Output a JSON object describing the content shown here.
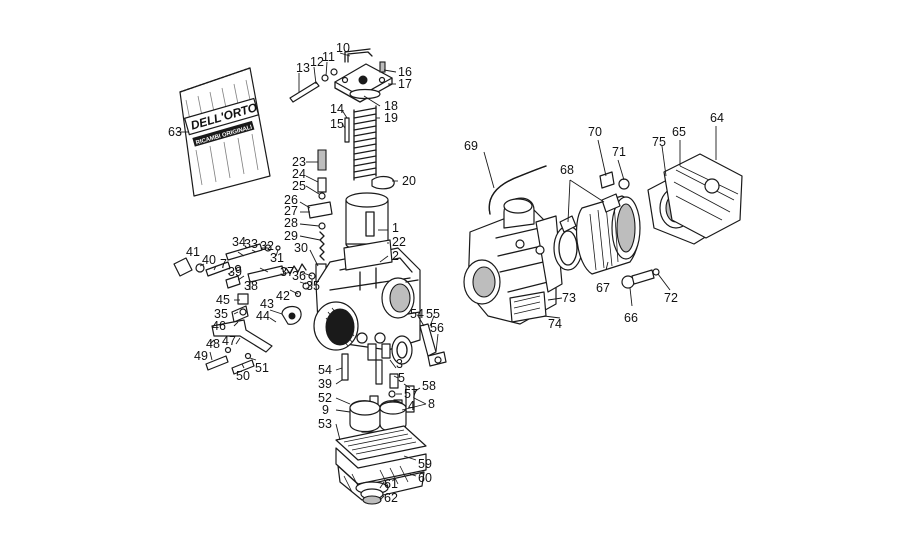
{
  "kit_label": {
    "brand": "DELL'ORTO",
    "line2": "RICAMBI ORIGINALI"
  },
  "callouts": [
    {
      "id": "p1",
      "label": "1"
    },
    {
      "id": "p2",
      "label": "2"
    },
    {
      "id": "p3",
      "label": "3"
    },
    {
      "id": "p4",
      "label": "4"
    },
    {
      "id": "p5",
      "label": "5"
    },
    {
      "id": "p7",
      "label": "7"
    },
    {
      "id": "p8",
      "label": "8"
    },
    {
      "id": "p9",
      "label": "9"
    },
    {
      "id": "p10",
      "label": "10"
    },
    {
      "id": "p11",
      "label": "11"
    },
    {
      "id": "p12",
      "label": "12"
    },
    {
      "id": "p13",
      "label": "13"
    },
    {
      "id": "p14",
      "label": "14"
    },
    {
      "id": "p15",
      "label": "15"
    },
    {
      "id": "p16",
      "label": "16"
    },
    {
      "id": "p17",
      "label": "17"
    },
    {
      "id": "p18",
      "label": "18"
    },
    {
      "id": "p19",
      "label": "19"
    },
    {
      "id": "p20",
      "label": "20"
    },
    {
      "id": "p22",
      "label": "22"
    },
    {
      "id": "p23",
      "label": "23"
    },
    {
      "id": "p24",
      "label": "24"
    },
    {
      "id": "p25",
      "label": "25"
    },
    {
      "id": "p26",
      "label": "26"
    },
    {
      "id": "p27",
      "label": "27"
    },
    {
      "id": "p28",
      "label": "28"
    },
    {
      "id": "p29",
      "label": "29"
    },
    {
      "id": "p30",
      "label": "30"
    },
    {
      "id": "p31",
      "label": "31"
    },
    {
      "id": "p32",
      "label": "32"
    },
    {
      "id": "p33",
      "label": "33"
    },
    {
      "id": "p34",
      "label": "34"
    },
    {
      "id": "p35a",
      "label": "35"
    },
    {
      "id": "p35b",
      "label": "35"
    },
    {
      "id": "p36",
      "label": "36"
    },
    {
      "id": "p37",
      "label": "37"
    },
    {
      "id": "p38",
      "label": "38"
    },
    {
      "id": "p39a",
      "label": "39"
    },
    {
      "id": "p39b",
      "label": "39"
    },
    {
      "id": "p40",
      "label": "40"
    },
    {
      "id": "p41",
      "label": "41"
    },
    {
      "id": "p42",
      "label": "42"
    },
    {
      "id": "p43",
      "label": "43"
    },
    {
      "id": "p44",
      "label": "44"
    },
    {
      "id": "p45",
      "label": "45"
    },
    {
      "id": "p46",
      "label": "46"
    },
    {
      "id": "p47",
      "label": "47"
    },
    {
      "id": "p48",
      "label": "48"
    },
    {
      "id": "p49",
      "label": "49"
    },
    {
      "id": "p50",
      "label": "50"
    },
    {
      "id": "p51",
      "label": "51"
    },
    {
      "id": "p52",
      "label": "52"
    },
    {
      "id": "p53",
      "label": "53"
    },
    {
      "id": "p54a",
      "label": "54"
    },
    {
      "id": "p54b",
      "label": "54"
    },
    {
      "id": "p55",
      "label": "55"
    },
    {
      "id": "p56",
      "label": "56"
    },
    {
      "id": "p57",
      "label": "57"
    },
    {
      "id": "p58",
      "label": "58"
    },
    {
      "id": "p59",
      "label": "59"
    },
    {
      "id": "p60",
      "label": "60"
    },
    {
      "id": "p61",
      "label": "61"
    },
    {
      "id": "p62",
      "label": "62"
    },
    {
      "id": "p63",
      "label": "63"
    },
    {
      "id": "p64",
      "label": "64"
    },
    {
      "id": "p65",
      "label": "65"
    },
    {
      "id": "p66",
      "label": "66"
    },
    {
      "id": "p67",
      "label": "67"
    },
    {
      "id": "p68",
      "label": "68"
    },
    {
      "id": "p69",
      "label": "69"
    },
    {
      "id": "p70",
      "label": "70"
    },
    {
      "id": "p71",
      "label": "71"
    },
    {
      "id": "p72",
      "label": "72"
    },
    {
      "id": "p73",
      "label": "73"
    },
    {
      "id": "p74",
      "label": "74"
    },
    {
      "id": "p75",
      "label": "75"
    }
  ]
}
